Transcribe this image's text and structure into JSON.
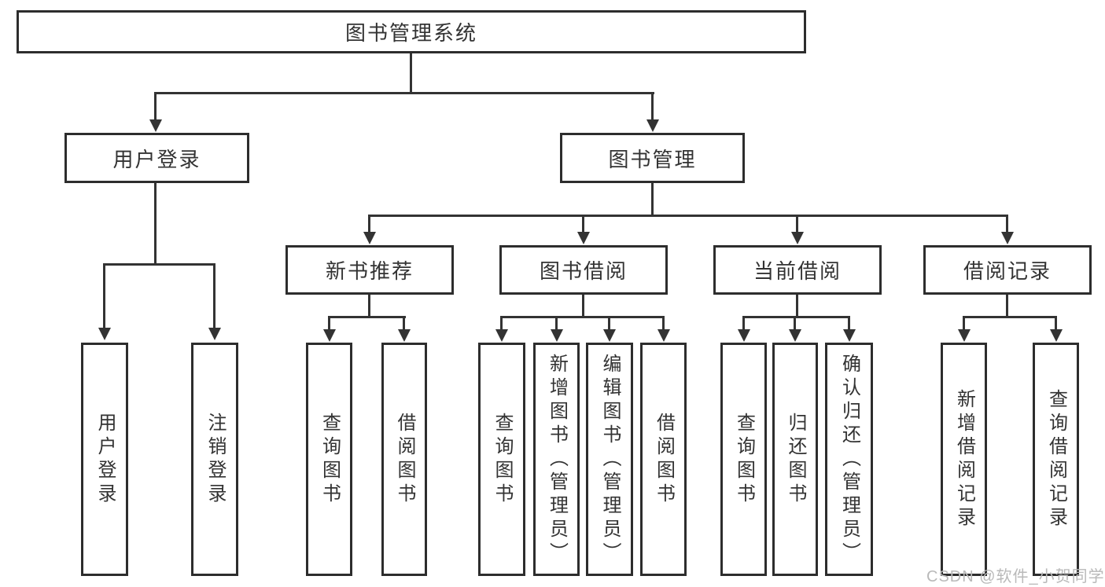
{
  "tree": {
    "root": {
      "label": "图书管理系统"
    },
    "branches": [
      {
        "label": "用户登录",
        "children": [
          {
            "label": "用户登录"
          },
          {
            "label": "注销登录"
          }
        ]
      },
      {
        "label": "图书管理",
        "children": [
          {
            "label": "新书推荐",
            "children": [
              {
                "label": "查询图书"
              },
              {
                "label": "借阅图书"
              }
            ]
          },
          {
            "label": "图书借阅",
            "children": [
              {
                "label": "查询图书"
              },
              {
                "label": "新增图书（管理员）"
              },
              {
                "label": "编辑图书（管理员）"
              },
              {
                "label": "借阅图书"
              }
            ]
          },
          {
            "label": "当前借阅",
            "children": [
              {
                "label": "查询图书"
              },
              {
                "label": "归还图书"
              },
              {
                "label": "确认归还（管理员）"
              }
            ]
          },
          {
            "label": "借阅记录",
            "children": [
              {
                "label": "新增借阅记录"
              },
              {
                "label": "查询借阅记录"
              }
            ]
          }
        ]
      }
    ]
  },
  "watermark": "CSDN @软件_小贺同学",
  "colors": {
    "line": "#333333",
    "box_border": "#2d2d2d",
    "box_fill": "#ffffff",
    "text": "#333333",
    "watermark_text": "#b9b9b9"
  }
}
